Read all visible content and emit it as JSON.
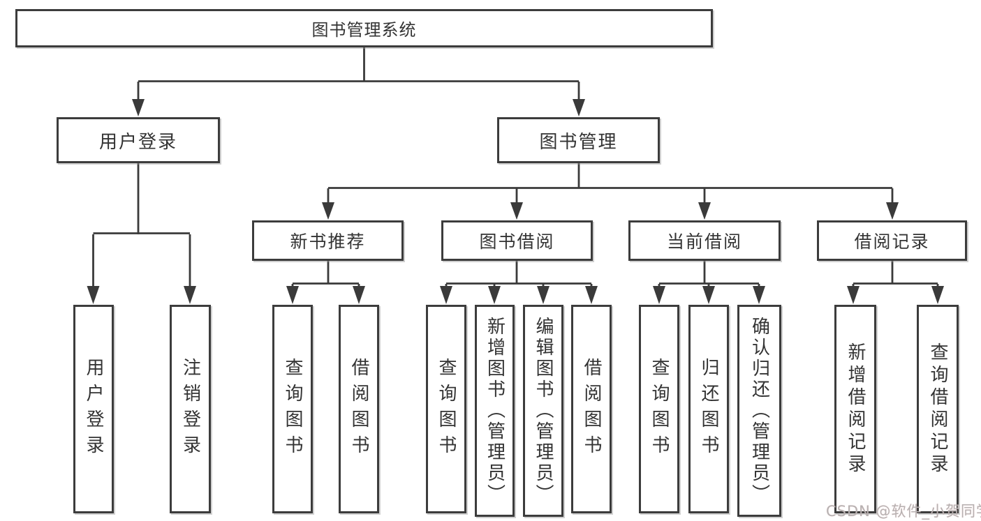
{
  "root": {
    "label": "图书管理系统",
    "children": [
      {
        "label": "用户登录",
        "children": [
          {
            "label": "用户登录"
          },
          {
            "label": "注销登录"
          }
        ]
      },
      {
        "label": "图书管理",
        "children": [
          {
            "label": "新书推荐",
            "children": [
              {
                "label": "查询图书"
              },
              {
                "label": "借阅图书"
              }
            ]
          },
          {
            "label": "图书借阅",
            "children": [
              {
                "label": "查询图书"
              },
              {
                "label": "新增图书（管理员）"
              },
              {
                "label": "编辑图书（管理员）"
              },
              {
                "label": "借阅图书"
              }
            ]
          },
          {
            "label": "当前借阅",
            "children": [
              {
                "label": "查询图书"
              },
              {
                "label": "归还图书"
              },
              {
                "label": "确认归还（管理员）"
              }
            ]
          },
          {
            "label": "借阅记录",
            "children": [
              {
                "label": "新增借阅记录"
              },
              {
                "label": "查询借阅记录"
              }
            ]
          }
        ]
      }
    ]
  },
  "watermark": {
    "text": "CSDN @软件_小贺同学"
  },
  "colors": {
    "line": "#3a3a3a",
    "text": "#333333",
    "box_background": "#ffffff",
    "watermark": "#b5b2b2"
  }
}
